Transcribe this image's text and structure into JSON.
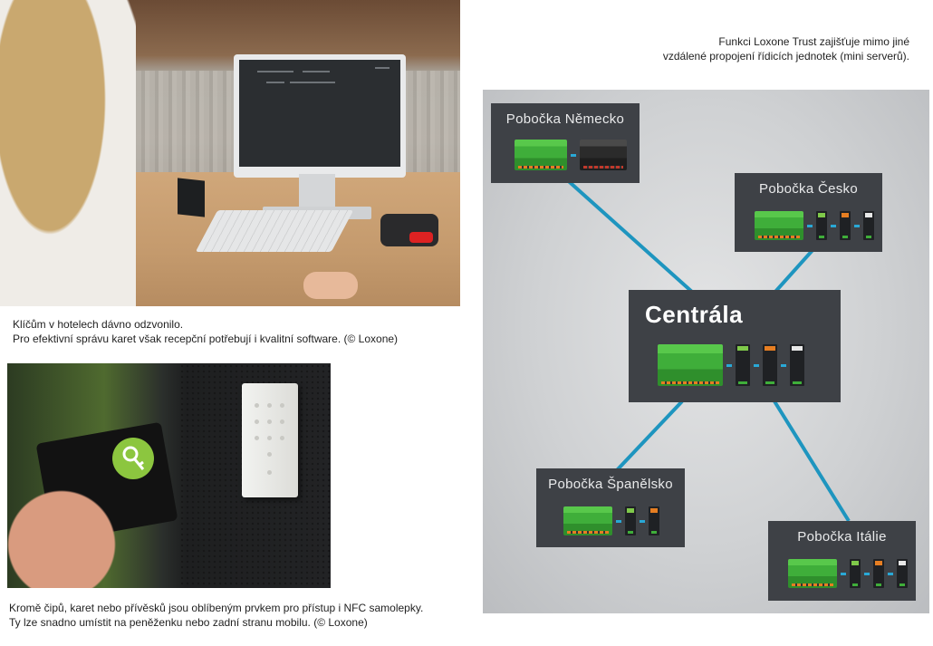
{
  "caption_top": {
    "line1": "Klíčům v hotelech dávno odzvonilo.",
    "line2": "Pro efektivní správu karet však recepční potřebují i kvalitní software. (© Loxone)"
  },
  "caption_bottom": {
    "line1": "Kromě čipů, karet nebo přívěsků jsou oblíbeným prvkem pro přístup i NFC samolepky.",
    "line2": "Ty lze snadno umístit na peněženku nebo zadní stranu mobilu. (© Loxone)"
  },
  "note": {
    "line1": "Funkci Loxone Trust zajišťuje mimo jiné",
    "line2": "vzdálené propojení řídicích jednotek (mini serverů)."
  },
  "diagram": {
    "central": "Centrála",
    "branches": {
      "germany": "Pobočka Německo",
      "czech": "Pobočka Česko",
      "spain": "Pobočka Španělsko",
      "italy": "Pobočka Itálie"
    },
    "colors": {
      "box": "#3e4146",
      "link": "#1e95bf",
      "background": "#cfd1d3",
      "device_green": "#3fae3a"
    }
  },
  "photos": {
    "top": "hotel-reception-photo",
    "bottom": "nfc-wallet-keypad-photo"
  }
}
